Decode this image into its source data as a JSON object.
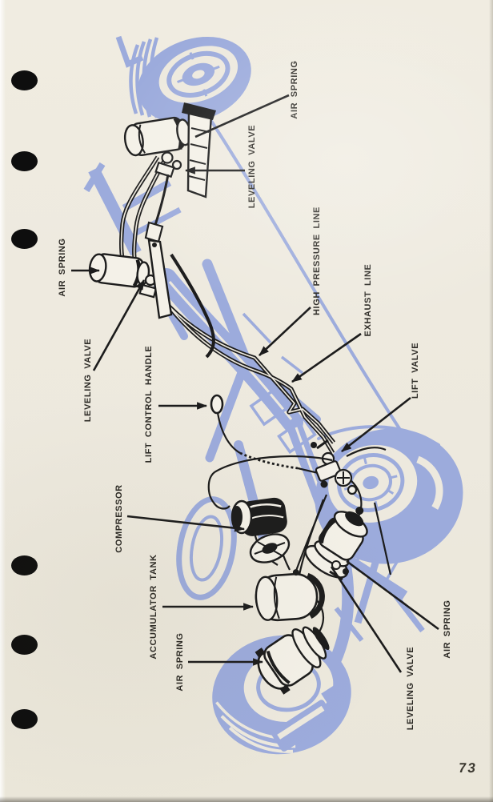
{
  "page": {
    "number": "73",
    "paper_color": "#EDE9DE"
  },
  "diagram": {
    "subject": "air suspension system chassis illustration",
    "artwork_colors": {
      "chassis_blue": "#9CABDC",
      "component_ink": "#1C1C1C"
    },
    "labels": [
      {
        "id": "air-spring-front-right",
        "text": "AIR SPRING"
      },
      {
        "id": "leveling-valve-front-right",
        "text": "LEVELING VALVE"
      },
      {
        "id": "air-spring-front-left",
        "text": "AIR SPRING"
      },
      {
        "id": "leveling-valve-front-left",
        "text": "LEVELING VALVE"
      },
      {
        "id": "lift-control-handle",
        "text": "LIFT CONTROL HANDLE"
      },
      {
        "id": "high-pressure-line",
        "text": "HIGH PRESSURE LINE"
      },
      {
        "id": "exhaust-line",
        "text": "EXHAUST LINE"
      },
      {
        "id": "lift-valve",
        "text": "LIFT VALVE"
      },
      {
        "id": "compressor",
        "text": "COMPRESSOR"
      },
      {
        "id": "accumulator-tank",
        "text": "ACCUMULATOR TANK"
      },
      {
        "id": "air-spring-rear-left",
        "text": "AIR SPRING"
      },
      {
        "id": "leveling-valve-rear",
        "text": "LEVELING VALVE"
      },
      {
        "id": "air-spring-rear-right",
        "text": "AIR SPRING"
      }
    ]
  }
}
